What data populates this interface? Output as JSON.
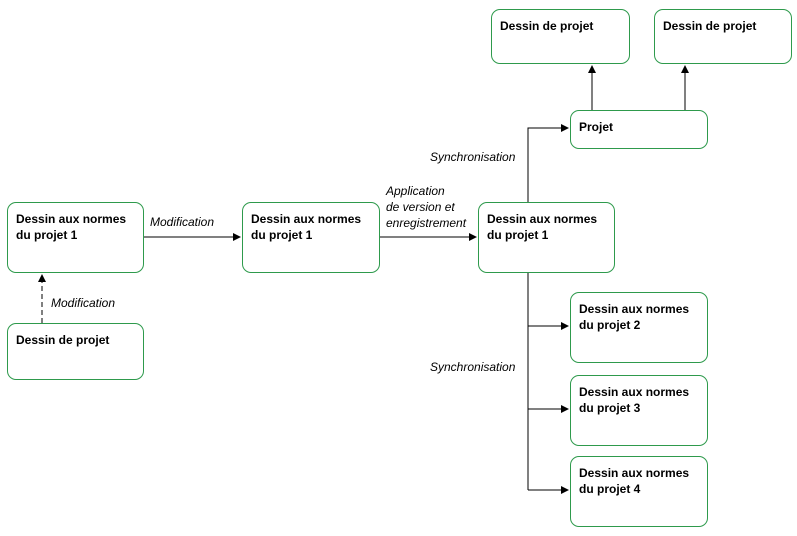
{
  "nodes": {
    "n1": "Dessin aux normes du projet 1",
    "n2": "Dessin de projet",
    "n3": "Dessin aux normes du projet 1",
    "n4": "Dessin aux normes du projet 1",
    "n5": "Projet",
    "n6": "Dessin de projet",
    "n7": "Dessin de projet",
    "n8": "Dessin aux normes du projet 2",
    "n9": "Dessin aux normes du projet 3",
    "n10": "Dessin aux normes du projet 4"
  },
  "labels": {
    "mod_dashed": "Modification",
    "mod_arrow": "Modification",
    "app_line1": "Application",
    "app_line2": "de version et",
    "app_line3": "enregistrement",
    "sync_top": "Synchronisation",
    "sync_bottom": "Synchronisation"
  },
  "colors": {
    "node_border": "#2e9a4c",
    "line": "#000000"
  }
}
